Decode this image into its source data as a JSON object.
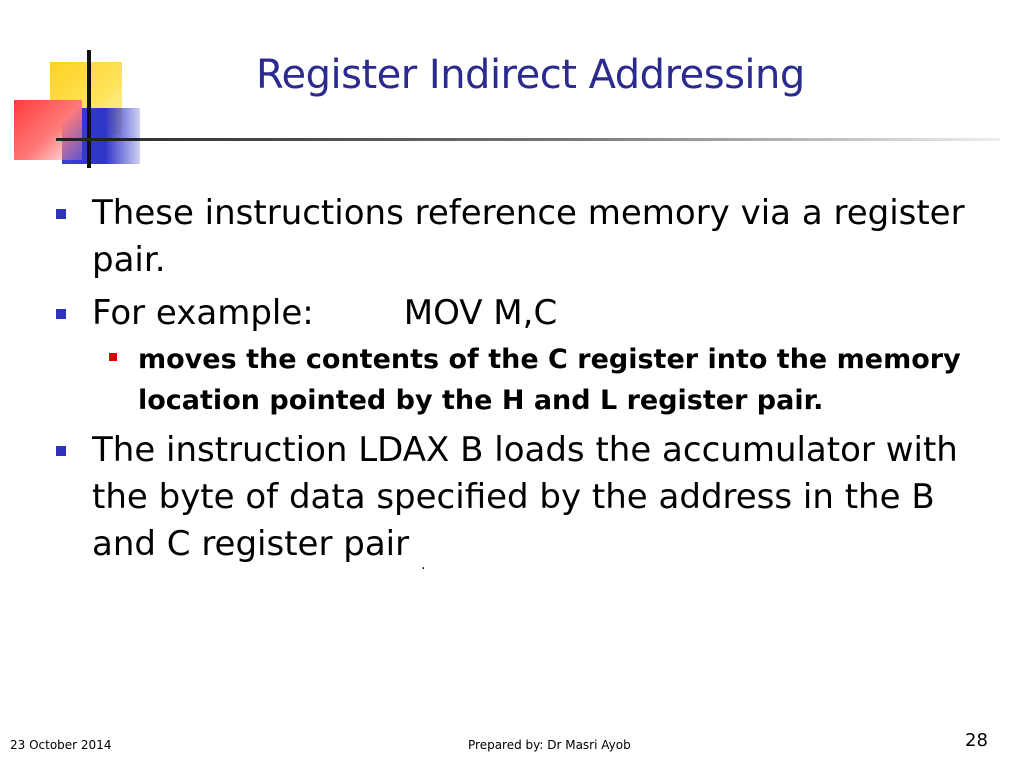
{
  "slide": {
    "title": "Register Indirect Addressing",
    "bullets": [
      {
        "text": "These instructions reference memory via a register pair."
      },
      {
        "label": "For example:",
        "code": "MOV M,C",
        "sub_bullets": [
          "moves the contents of the C register into the memory location pointed by the H and L register pair."
        ]
      },
      {
        "text": "The instruction LDAX B loads the accumulator with the byte of data specified by the address in the B and C register pair",
        "trailing_mark": "."
      }
    ]
  },
  "footer": {
    "date": "23 October 2014",
    "author": "Prepared by: Dr Masri Ayob",
    "page_number": "28"
  },
  "colors": {
    "title": "#2b2b8f",
    "bullet_level1": "#2e33b8",
    "bullet_level2": "#e00000",
    "logo_yellow": "#ffd21f",
    "logo_blue": "#3b3fd6",
    "logo_red": "#ff3b3b"
  }
}
